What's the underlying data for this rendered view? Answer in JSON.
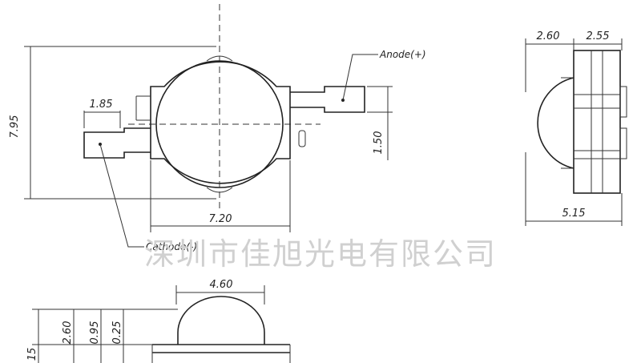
{
  "watermark": "深圳市佳旭光电有限公司",
  "labels": {
    "anode": "Anode(+)",
    "cathode": "Cathode(-)"
  },
  "dimensions": {
    "height_left": "7.95",
    "tab_width": "1.85",
    "tab_height": "1.50",
    "body_width": "7.20",
    "side_lens": "2.60",
    "side_body": "2.55",
    "side_total": "5.15",
    "bottom_width": "4.60",
    "bottom_h1": "2.60",
    "bottom_h2": "0.95",
    "bottom_h3": "0.25",
    "bottom_h4": "15"
  }
}
